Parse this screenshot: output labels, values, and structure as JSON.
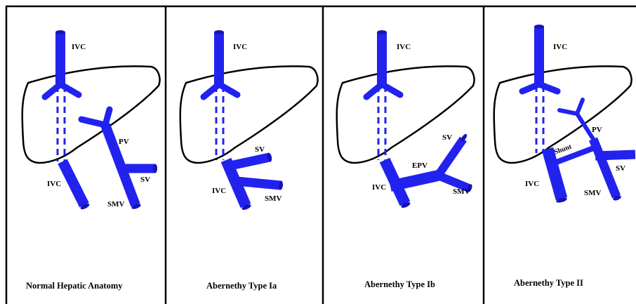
{
  "colors": {
    "vein": "#2222ee",
    "vein_dark": "#1414b8",
    "outline": "#000000"
  },
  "panels": [
    {
      "caption": "Normal Hepatic Anatomy",
      "labels": {
        "ivc_top": "IVC",
        "ivc_bottom": "IVC",
        "pv": "PV",
        "sv": "SV",
        "smv": "SMV"
      }
    },
    {
      "caption": "Abernethy Type Ia",
      "labels": {
        "ivc_top": "IVC",
        "ivc_bottom": "IVC",
        "sv": "SV",
        "smv": "SMV"
      }
    },
    {
      "caption": "Abernethy Type Ib",
      "labels": {
        "ivc_top": "IVC",
        "ivc_bottom": "IVC",
        "epv": "EPV",
        "sv": "SV",
        "smv": "SMV"
      }
    },
    {
      "caption": "Abernethy Type II",
      "labels": {
        "ivc_top": "IVC",
        "ivc_bottom": "IVC",
        "pv": "PV",
        "shunt": "Shunt",
        "sv": "SV",
        "smv": "SMV"
      }
    }
  ]
}
